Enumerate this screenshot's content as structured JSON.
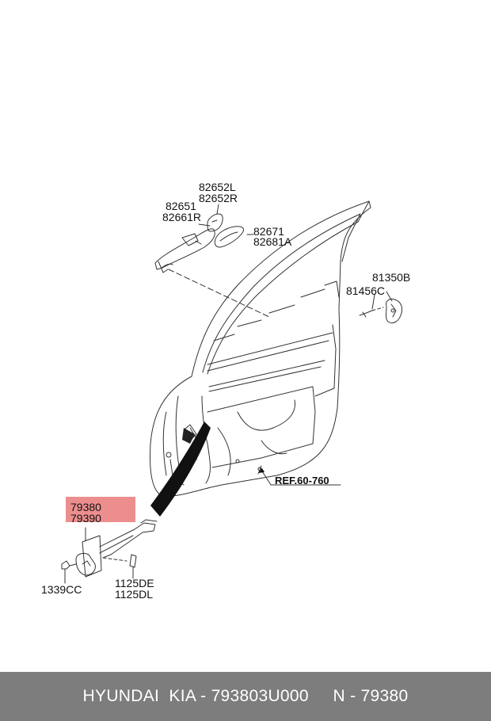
{
  "labels": {
    "p82652L": "82652L",
    "p82652R": "82652R",
    "p82651": "82651",
    "p82661R": "82661R",
    "p82671": "82671",
    "p82681A": "82681A",
    "p81350B": "81350B",
    "p81456C": "81456C",
    "p79380": "79380",
    "p79390": "79390",
    "p1339CC": "1339CC",
    "p1125DE": "1125DE",
    "p1125DL": "1125DL"
  },
  "reference": "REF.60-760",
  "highlight_color": "#e24848",
  "footer": {
    "text": "HYUNDAI  KIA - 793803U000     N - 79380",
    "background": "#7d7d7d",
    "color": "#ffffff"
  }
}
